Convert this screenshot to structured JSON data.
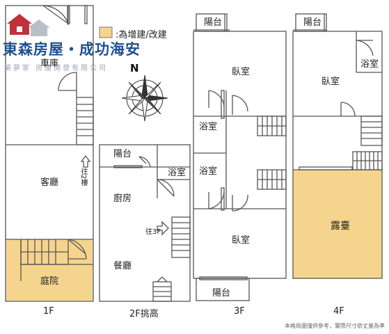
{
  "brand": {
    "name": "東森房屋・成功海安",
    "subtitle": "築夢家 房屋開發有限公司"
  },
  "legend": {
    "label": ":為增建/改建",
    "color": "#f5d58e"
  },
  "colors": {
    "wall": "#555555",
    "addition_fill": "#f5d58e",
    "deck_fill": "#ecd48a"
  },
  "rooms": {
    "f1_garage": "車庫",
    "f1_living": "客廳",
    "f1_yard": "庭院",
    "f1_up": "往2樓",
    "f2_balcony": "陽台",
    "f2_bath": "浴室",
    "f2_kitchen": "廚房",
    "f2_dining": "餐廳",
    "f2_up": "往3F",
    "f3_balcony_top": "陽台",
    "f3_bedroom_top": "臥室",
    "f3_bath_1": "浴室",
    "f3_bath_2": "浴室",
    "f3_bedroom_bottom": "臥室",
    "f3_balcony_bottom": "陽台",
    "f4_balcony": "陽台",
    "f4_bath": "浴室",
    "f4_bedroom": "臥室",
    "f4_deck": "露臺"
  },
  "floors": {
    "f1": "1F",
    "f2": "2F挑高",
    "f3": "3F",
    "f4": "4F"
  },
  "compass": {
    "north_label": "N"
  },
  "footnote": "本格局圖僅供參考，實際尺寸依丈量為準"
}
